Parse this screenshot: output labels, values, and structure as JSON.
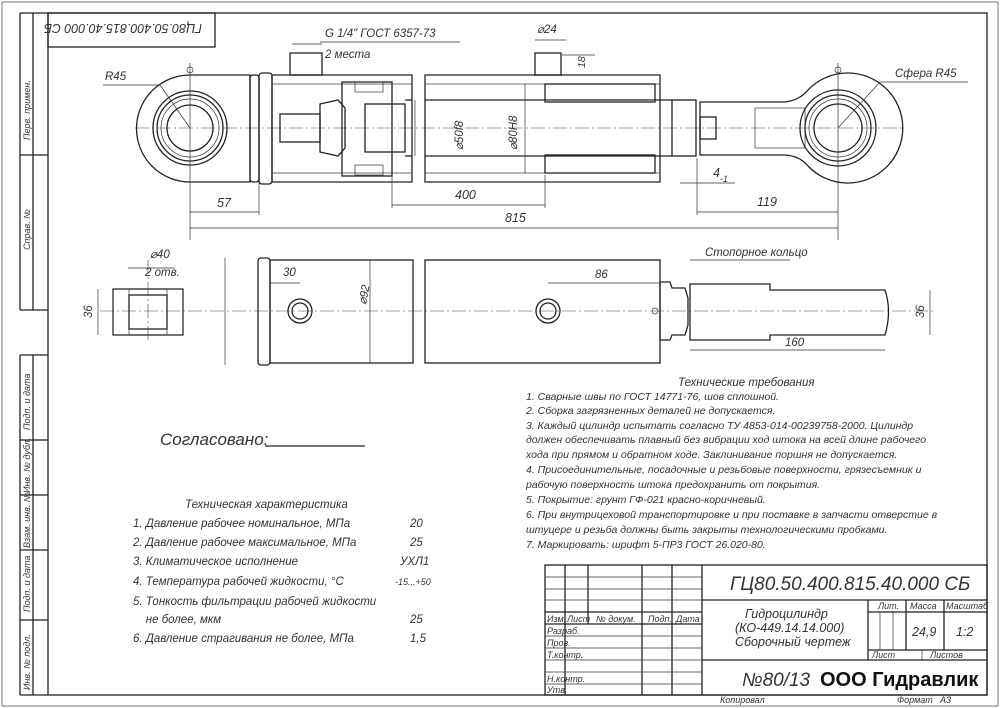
{
  "stamp_rotated": "ГЦ80.50.400.815.40.000 СБ",
  "side_labels": [
    "Перв. примен.",
    "Справ. №",
    "Подп. и дата",
    "Инв. № дубл.",
    "Взам. инв. №",
    "Подп. и дата",
    "Инв. № подл."
  ],
  "top_view": {
    "thread_label": "G 1/4\" ГОСТ 6357-73",
    "places": "2 места",
    "radius_left": "R45",
    "sphere_right": "Сфера R45",
    "dia_port": "⌀24",
    "dim_port_h": "18",
    "dia_rod": "⌀50f8",
    "dia_bore": "⌀80H8",
    "dim_57": "57",
    "dim_400": "400",
    "dim_815": "815",
    "dim_119": "119",
    "dim_4": "4",
    "dim_4_tol": "-1"
  },
  "side_view": {
    "dia_holes": "⌀40",
    "holes_count": "2 отв.",
    "dim_36_left": "36",
    "dim_30": "30",
    "dia_92": "⌀92",
    "dim_86": "86",
    "retaining_ring": "Стопорное кольцо",
    "dim_36_right": "36",
    "dim_160": "160"
  },
  "approval_label": "Согласовано:",
  "tech_specs": {
    "title": "Техническая характеристика",
    "items": [
      {
        "label": "1. Давление рабочее номинальное, МПа",
        "value": "20"
      },
      {
        "label": "2. Давление рабочее максимальное, МПа",
        "value": "25"
      },
      {
        "label": "3. Климатическое исполнение",
        "value": "УХЛ1"
      },
      {
        "label": "4. Температура рабочей жидкости, °С",
        "value": "-15...+50"
      },
      {
        "label": "5. Тонкость фильтрации рабочей жидкости",
        "value": ""
      },
      {
        "label": "    не более, мкм",
        "value": "25"
      },
      {
        "label": "6. Давление страгивания не более, МПа",
        "value": "1,5"
      }
    ]
  },
  "tech_requirements": {
    "title": "Технические требования",
    "lines": [
      "1.   Сварные швы по ГОСТ 14771-76, шов сплошной.",
      "2.   Сборка загрязненных деталей не допускается.",
      "3. Каждый цилиндр испытать согласно ТУ 4853-014-00239758-2000. Цилиндр",
      "должен обеспечивать плавный без вибрации ход штока на всей длине рабочего",
      "хода при прямом и обратном ходе. Заклинивание поршня не допускается.",
      "4. Присоединительные, посадочные и резьбовые поверхности, грязесъемник и",
      "рабочую поверхность штока предохранить от покрытия.",
      "5. Покрытие: грунт ГФ-021 красно-коричневый.",
      "6. При внутрицеховой транспортировке и при поставке в запчасти отверстие в",
      "штуцере и резьба должны быть закрыты технологическими пробками.",
      "7. Маркировать: шрифт 5-ПР3 ГОСТ 26.020-80."
    ]
  },
  "title_block": {
    "doc_number": "ГЦ80.50.400.815.40.000 СБ",
    "name_lines": [
      "Гидроцилиндр",
      "(КО-449.14.14.000)",
      "Сборочный чертеж"
    ],
    "col_headers": [
      "Изм.",
      "Лист",
      "№ докум.",
      "Подп.",
      "Дата"
    ],
    "row_labels": [
      "Разраб.",
      "Пров.",
      "Т.контр.",
      "",
      "Н.контр.",
      "Утв."
    ],
    "lit_label": "Лит.",
    "mass_label": "Масса",
    "scale_label": "Масштаб",
    "mass": "24,9",
    "scale": "1:2",
    "sheet_label": "Лист",
    "sheets_label": "Листов",
    "drawing_no": "№80/13",
    "company": "ООО Гидравлик",
    "copied_label": "Копировал",
    "format_label": "Формат",
    "format": "А3"
  }
}
